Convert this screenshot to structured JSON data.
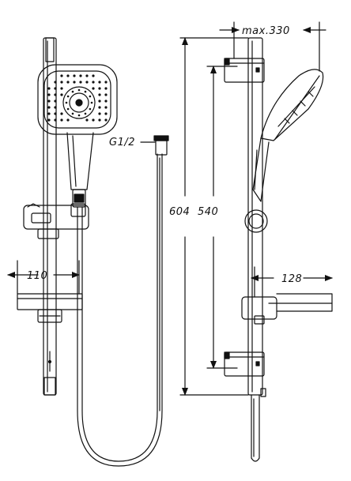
{
  "drawing": {
    "ink_color": "#111111",
    "background": "#ffffff",
    "labels": {
      "thread": "G1/2",
      "width_max": "max.330",
      "height_total": "604",
      "height_rail": "540",
      "depth_bar": "110",
      "depth_holder": "128"
    }
  }
}
